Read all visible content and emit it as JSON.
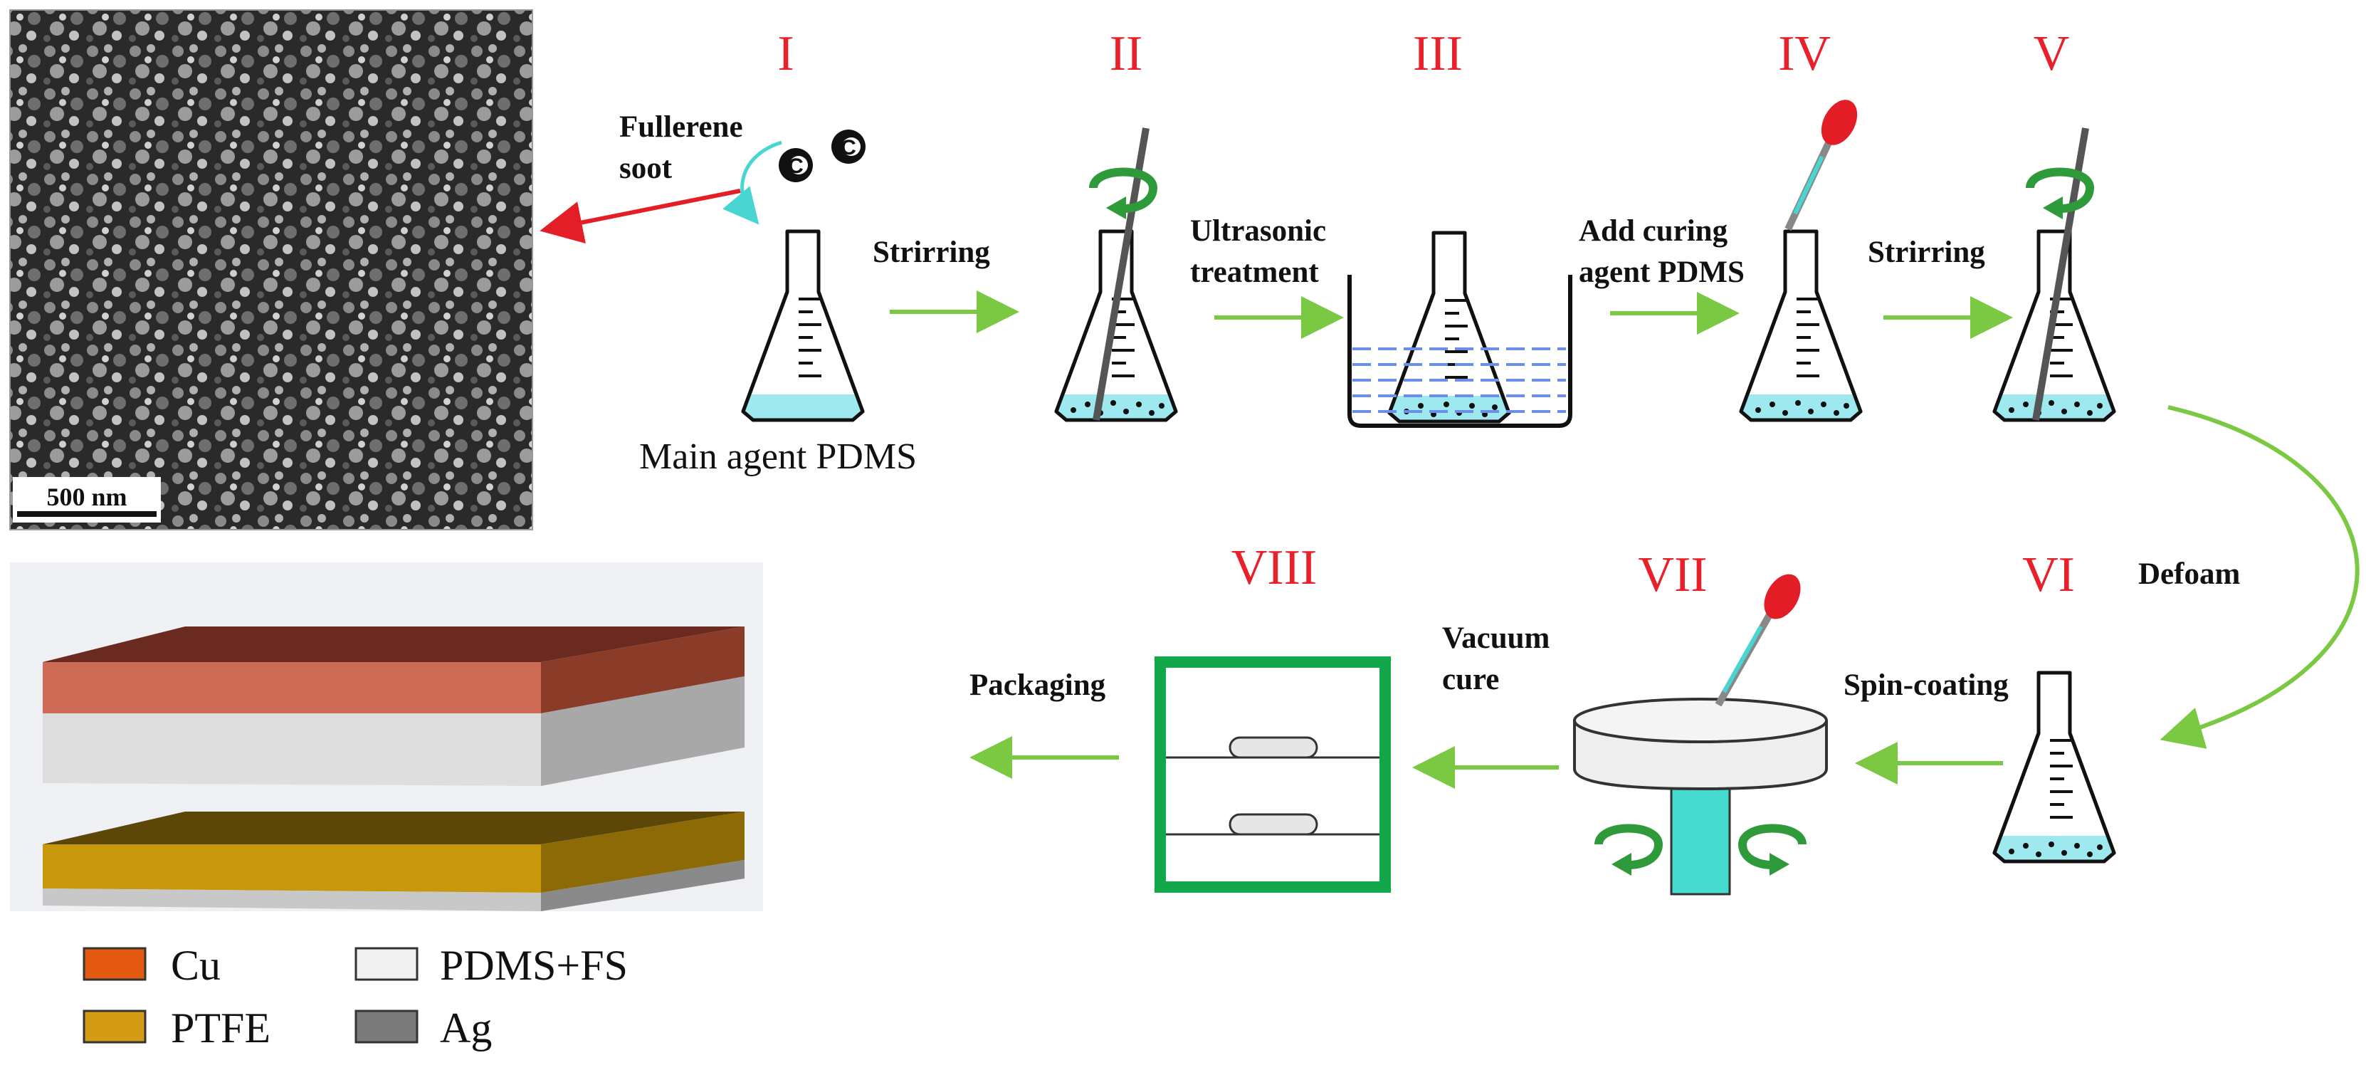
{
  "sem": {
    "scale_label": "500 nm"
  },
  "stages": [
    {
      "id": "stage-i",
      "numeral": "I"
    },
    {
      "id": "stage-ii",
      "numeral": "II"
    },
    {
      "id": "stage-iii",
      "numeral": "III"
    },
    {
      "id": "stage-iv",
      "numeral": "IV"
    },
    {
      "id": "stage-v",
      "numeral": "V"
    },
    {
      "id": "stage-vi",
      "numeral": "VI"
    },
    {
      "id": "stage-vii",
      "numeral": "VII"
    },
    {
      "id": "stage-viii",
      "numeral": "VIII"
    }
  ],
  "labels": {
    "fullerene_line1": "Fullerene",
    "fullerene_line2": "soot",
    "carbon_symbol": "C",
    "main_agent": "Main agent PDMS",
    "stirring_1": "Strirring",
    "ultrasonic_line1": "Ultrasonic",
    "ultrasonic_line2": "treatment",
    "add_curing_line1": "Add curing",
    "add_curing_line2": "agent PDMS",
    "stirring_2": "Strirring",
    "defoam": "Defoam",
    "spin_coating": "Spin-coating",
    "vacuum_line1": "Vacuum",
    "vacuum_line2": "cure",
    "packaging": "Packaging"
  },
  "legend": [
    {
      "label": "Cu",
      "color": "#e35a10"
    },
    {
      "label": "PDMS+FS",
      "color": "#f0f0f0"
    },
    {
      "label": "PTFE",
      "color": "#d39c14"
    },
    {
      "label": "Ag",
      "color": "#7a7a7a"
    }
  ],
  "colors": {
    "numeral": "#e8202a",
    "arrow_green": "#7bc943",
    "arrow_red": "#e41e26",
    "liquid": "#9ee8ef",
    "frame_green": "#12a84a",
    "stir_arrow": "#2f9a3a",
    "dropper_bulb": "#e21d25",
    "spindle": "#45dccf",
    "water_line": "#6b8fe6"
  }
}
